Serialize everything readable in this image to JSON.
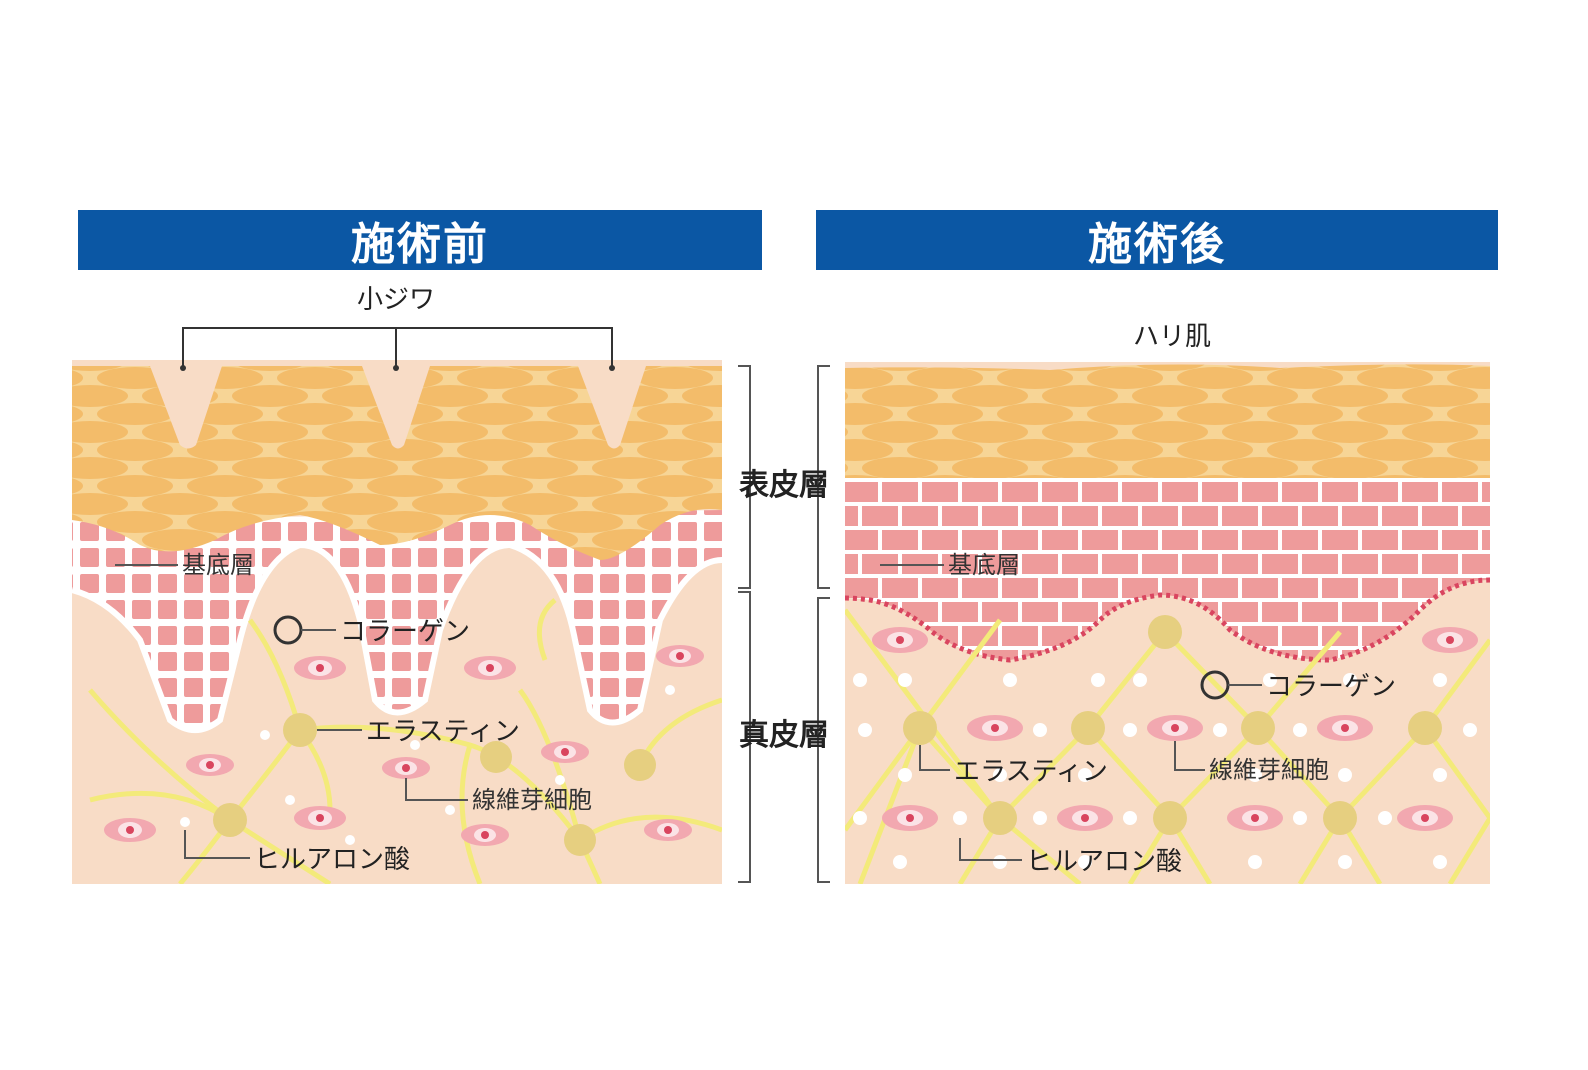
{
  "panels": {
    "before": {
      "title": "施術前",
      "top_label": "小ジワ"
    },
    "after": {
      "title": "施術後",
      "top_label": "ハリ肌"
    }
  },
  "layers": {
    "epidermis": "表皮層",
    "dermis": "真皮層"
  },
  "labels": {
    "basal": "基底層",
    "collagen": "コラーゲン",
    "elastin": "エラスティン",
    "fibroblast": "線維芽細胞",
    "hyaluronic_before": "ヒルアロン酸",
    "hyaluronic_after": "ヒルアロン酸"
  },
  "colors": {
    "header": "#0b57a4",
    "epidermis_top": "#f7cf8b",
    "epidermis_cell": "#f2b65f",
    "basal_cell": "#ee9b9b",
    "dermis": "#f8dcc6",
    "elastin": "#f3ea7a",
    "elastin_node": "#e6cf80",
    "fibroblast": "#f2a8b0"
  }
}
